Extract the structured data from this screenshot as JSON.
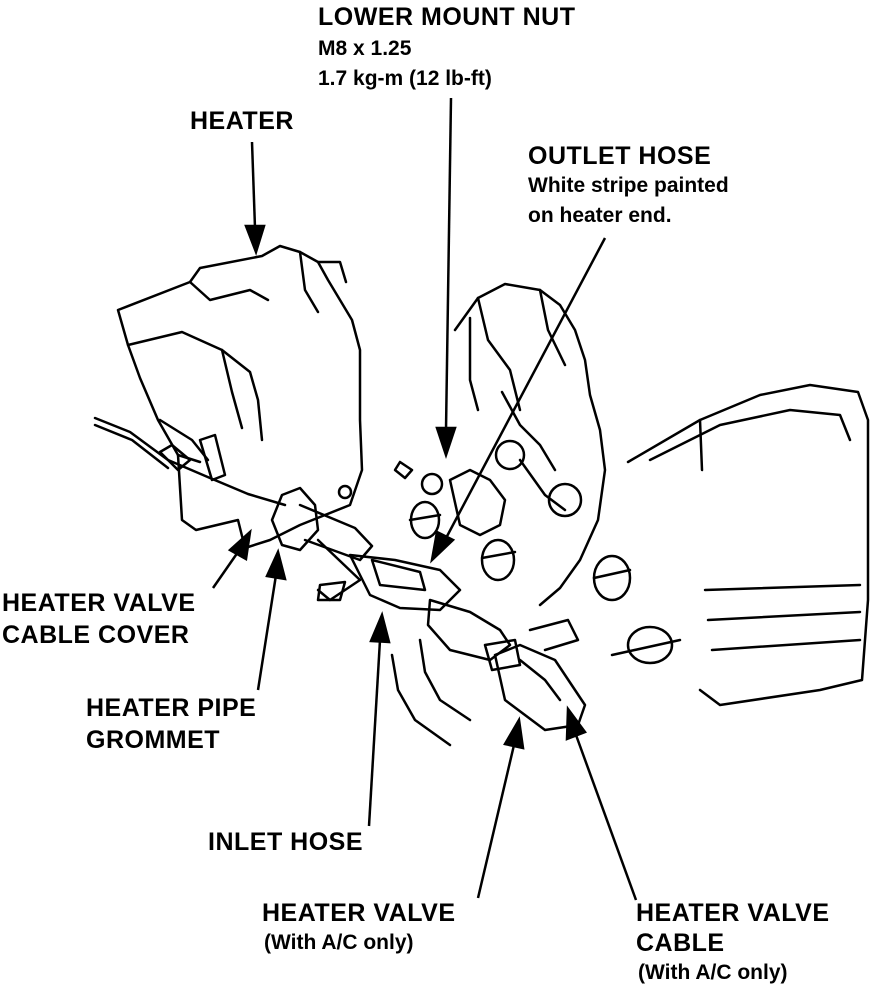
{
  "labels": {
    "lower_mount_nut": {
      "title": "LOWER MOUNT NUT",
      "line2": "M8 x 1.25",
      "line3": "1.7 kg-m (12 lb-ft)"
    },
    "heater": {
      "title": "HEATER"
    },
    "outlet_hose": {
      "title": "OUTLET HOSE",
      "line2": "White stripe painted",
      "line3": "on heater end."
    },
    "heater_valve_cable_cover": {
      "line1": "HEATER VALVE",
      "line2": "CABLE COVER"
    },
    "heater_pipe_grommet": {
      "line1": "HEATER PIPE",
      "line2": "GROMMET"
    },
    "inlet_hose": {
      "title": "INLET HOSE"
    },
    "heater_valve": {
      "title": "HEATER VALVE",
      "note": "(With A/C only)"
    },
    "heater_valve_cable": {
      "line1": "HEATER VALVE",
      "line2": "CABLE",
      "note": "(With A/C only)"
    }
  }
}
